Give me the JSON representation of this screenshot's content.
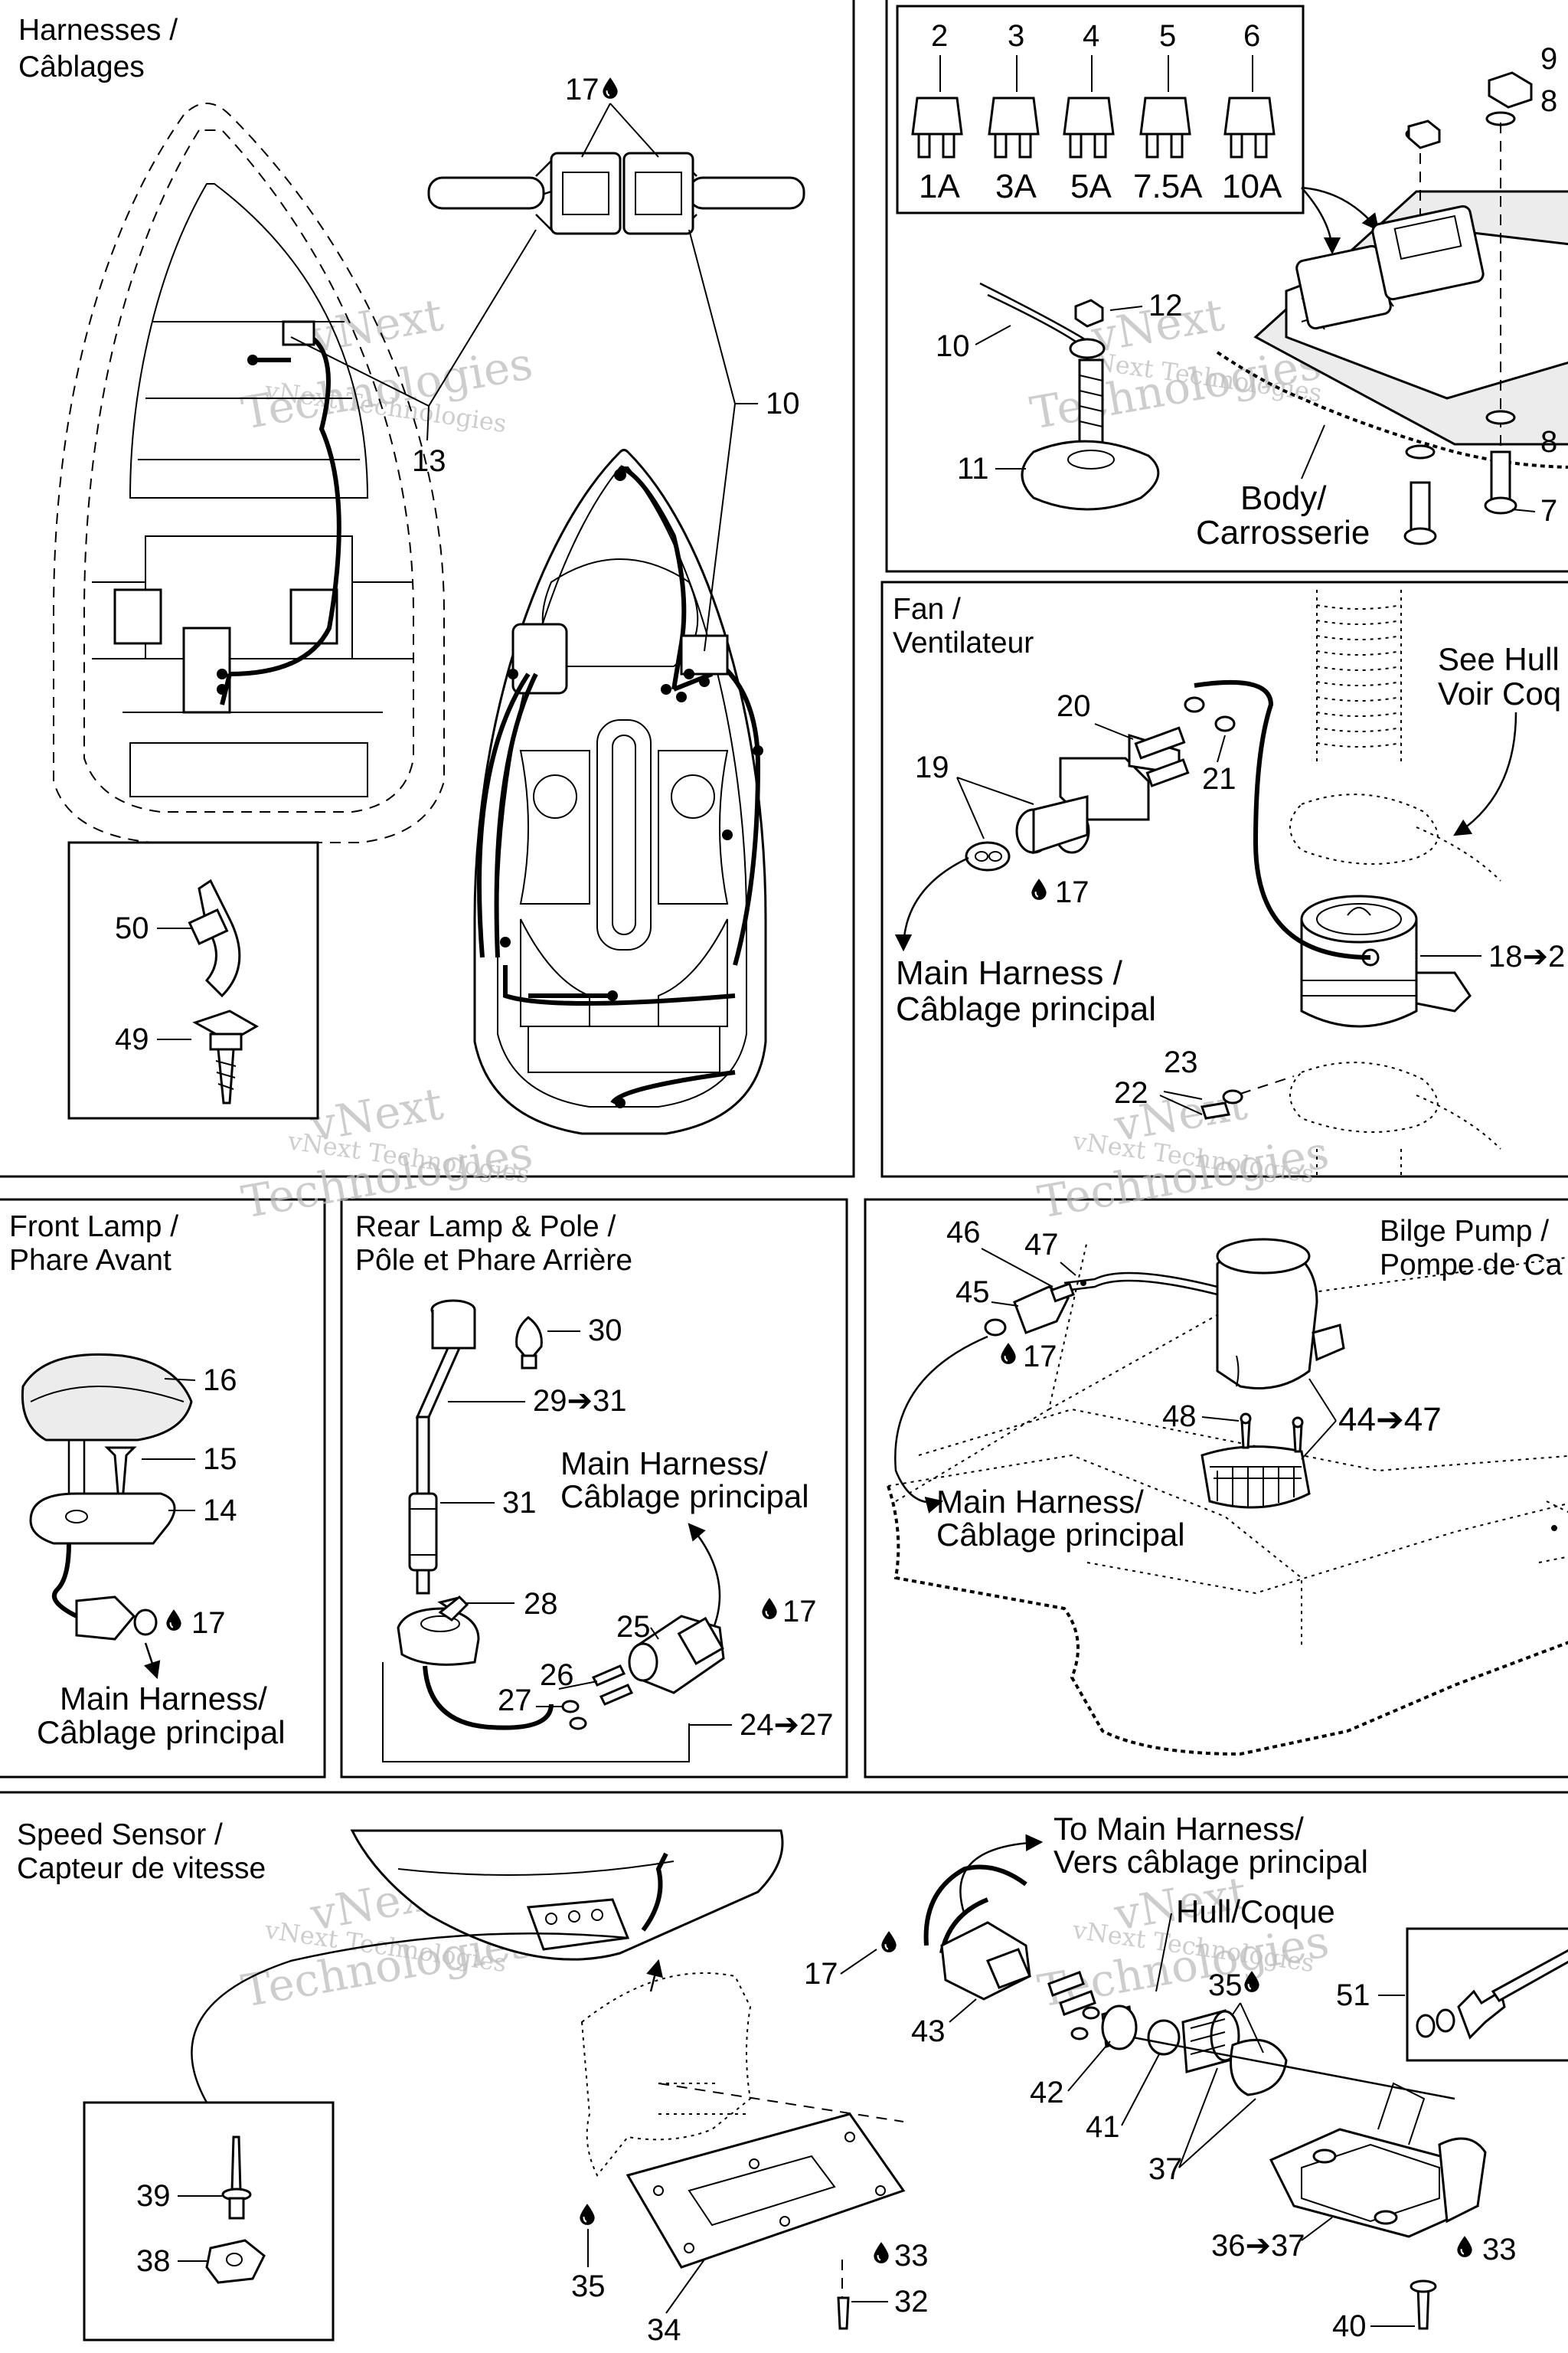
{
  "panels": {
    "harnesses": {
      "title_line1": "Harnesses /",
      "title_line2": "Câblages"
    },
    "fuse_box": {
      "fuses": [
        {
          "number": "2",
          "rating": "1A"
        },
        {
          "number": "3",
          "rating": "3A"
        },
        {
          "number": "4",
          "rating": "5A"
        },
        {
          "number": "5",
          "rating": "7.5A"
        },
        {
          "number": "6",
          "rating": "10A"
        }
      ],
      "body_label_line1": "Body/",
      "body_label_line2": "Carrosserie"
    },
    "fan": {
      "title_line1": "Fan /",
      "title_line2": "Ventilateur",
      "see_hull_line1": "See Hull",
      "see_hull_line2": "Voir Coq",
      "main_harness_line1": "Main Harness /",
      "main_harness_line2": "Câblage principal"
    },
    "front_lamp": {
      "title_line1": "Front Lamp /",
      "title_line2": "Phare Avant",
      "main_harness_line1": "Main Harness/",
      "main_harness_line2": "Câblage principal"
    },
    "rear_lamp": {
      "title_line1": "Rear Lamp & Pole /",
      "title_line2": "Pôle et Phare Arrière",
      "main_harness_line1": "Main Harness/",
      "main_harness_line2": "Câblage principal"
    },
    "bilge_pump": {
      "title_line1": "Bilge Pump /",
      "title_line2": "Pompe de Ca",
      "main_harness_line1": "Main Harness/",
      "main_harness_line2": "Câblage principal"
    },
    "speed_sensor": {
      "title_line1": "Speed Sensor /",
      "title_line2": "Capteur de vitesse",
      "to_main_line1": "To Main Harness/",
      "to_main_line2": "Vers câblage principal",
      "hull_label": "Hull/Coque"
    }
  },
  "callouts": {
    "c17_top": "17",
    "c13": "13",
    "c10_harness": "10",
    "c50": "50",
    "c49": "49",
    "c9": "9",
    "c8_top": "8",
    "c8_bottom": "8",
    "c7": "7",
    "c12": "12",
    "c10_fuse": "10",
    "c11": "11",
    "c20": "20",
    "c19": "19",
    "c21": "21",
    "c17_fan": "17",
    "c18": "18➔2",
    "c23": "23",
    "c22": "22",
    "c16": "16",
    "c15": "15",
    "c14": "14",
    "c17_front": "17",
    "c30": "30",
    "c29": "29➔31",
    "c31": "31",
    "c28": "28",
    "c25": "25",
    "c17_rear": "17",
    "c26": "26",
    "c27": "27",
    "c24": "24➔27",
    "c46": "46",
    "c47": "47",
    "c45": "45",
    "c17_bilge": "17",
    "c48": "48",
    "c44": "44➔47",
    "c17_speed": "17",
    "c43": "43",
    "c35_top": "35",
    "c51": "51",
    "c42": "42",
    "c41": "41",
    "c37": "37",
    "c39": "39",
    "c38": "38",
    "c35_bottom": "35",
    "c34": "34",
    "c33_mid": "33",
    "c32": "32",
    "c36": "36➔37",
    "c33_right": "33",
    "c40": "40"
  },
  "watermark": {
    "line1": "vNext",
    "line2": "vNext Technologies",
    "line3": "Technologies"
  },
  "icons": {
    "sealant": "drop-icon",
    "arrow": "arrow-icon"
  }
}
